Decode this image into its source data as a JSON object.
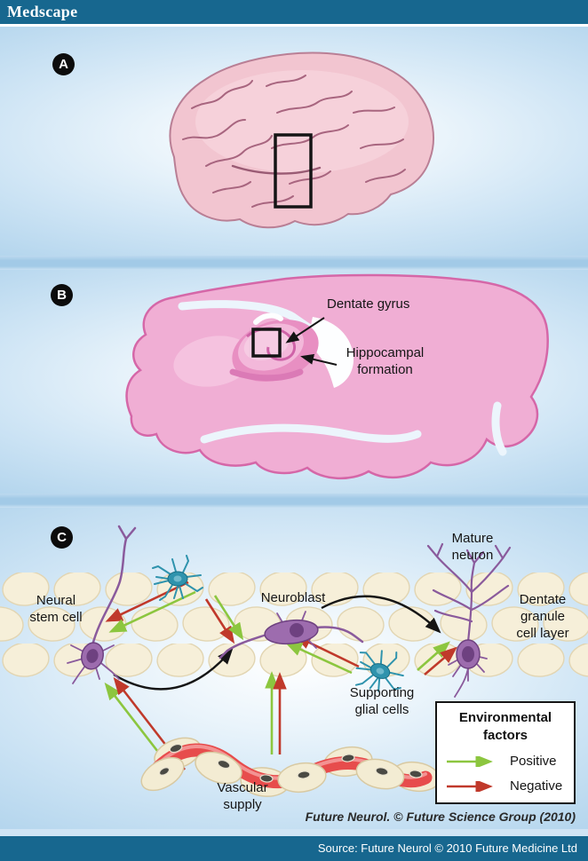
{
  "header": {
    "brand": "Medscape"
  },
  "panel_a": {
    "badge": "A"
  },
  "panel_b": {
    "badge": "B",
    "dentate_gyrus_label": "Dentate gyrus",
    "hippocampal_formation_label": "Hippocampal\nformation"
  },
  "panel_c": {
    "badge": "C",
    "neural_stem_cell_label": "Neural\nstem cell",
    "neuroblast_label": "Neuroblast",
    "mature_neuron_label": "Mature\nneuron",
    "dentate_granule_cell_layer_label": "Dentate\ngranule\ncell layer",
    "supporting_glial_cells_label": "Supporting\nglial cells",
    "vascular_supply_label": "Vascular\nsupply",
    "legend": {
      "title": "Environmental\nfactors",
      "items": [
        {
          "label": "Positive",
          "arrow_color": "#8cc63f",
          "icon": "positive-arrow-icon"
        },
        {
          "label": "Negative",
          "arrow_color": "#c0392b",
          "icon": "negative-arrow-icon"
        }
      ]
    }
  },
  "citation": "Future Neurol. © Future Science Group (2010)",
  "footer": {
    "source": "Source: Future Neurol © 2010 Future Medicine Ltd"
  },
  "colors": {
    "header_bar": "#17678f",
    "brain_pink": "#f2c5d0",
    "section_pink": "#f0aed4",
    "positive_green": "#8cc63f",
    "negative_red": "#c0392b",
    "neuron_purple": "#9d6cae",
    "glial_teal": "#2f93ad",
    "granule_beige": "#f6efd9",
    "vessel_red": "#e74c4c"
  }
}
